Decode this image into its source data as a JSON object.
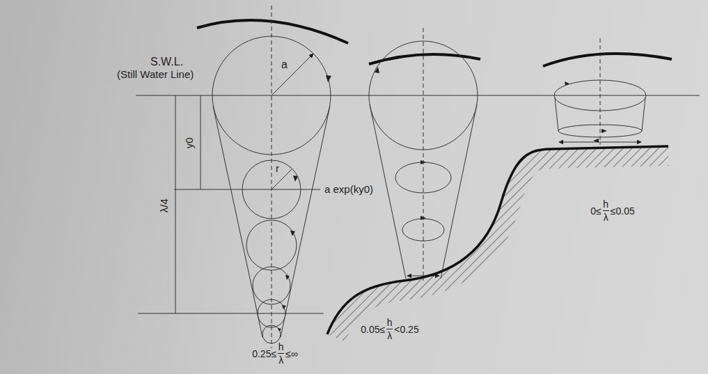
{
  "diagram": {
    "labels": [
      "S.W.L.",
      "(Still Water Line)",
      "a",
      "y0",
      "λ/4",
      "r",
      "a exp(ky0)",
      "0.25≤",
      "h",
      "λ",
      "≤∞",
      "0.05≤",
      "h",
      "λ",
      "<0.25",
      "0≤",
      "h",
      "λ",
      "≤0.05"
    ]
  }
}
